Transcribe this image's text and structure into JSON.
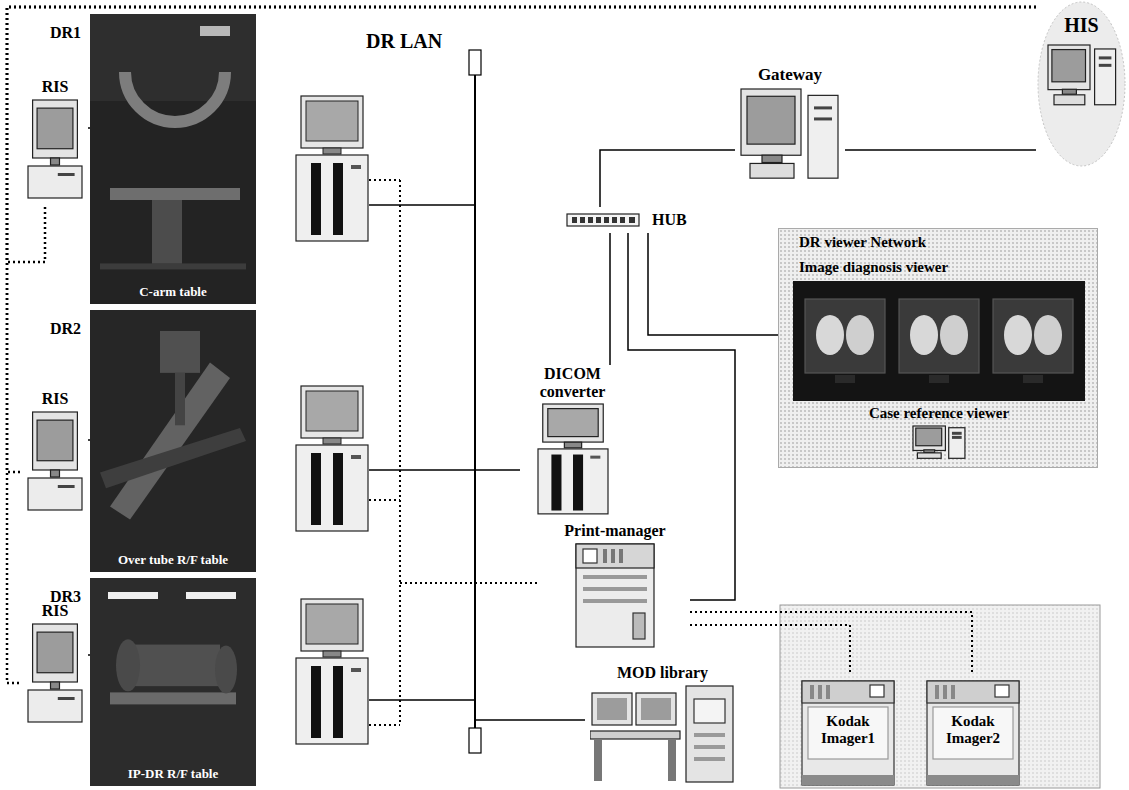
{
  "diagram": {
    "nodes": [
      {
        "text": [
          "HIS"
        ]
      },
      {
        "text": [
          "DR1",
          "C-arm table"
        ]
      },
      {
        "text": [
          "DR2",
          "Over tube R/F table"
        ]
      },
      {
        "text": [
          "DR3",
          "IP-DR R/F table"
        ]
      },
      {
        "text": [
          "RIS"
        ]
      },
      {
        "text": [
          "RIS"
        ]
      },
      {
        "text": [
          "RIS"
        ]
      },
      {
        "text": [
          "Gateway"
        ]
      },
      {
        "text": [
          "HUB"
        ]
      },
      {
        "text": [
          "DICOM converter"
        ]
      },
      {
        "text": [
          "DR viewer Network"
        ]
      },
      {
        "text": [
          "Image diagnosis viewer"
        ],
        "in": 10
      },
      {
        "text": [
          "Case reference viewer"
        ],
        "in": 10
      },
      {
        "text": [
          "Print-manager"
        ]
      },
      {
        "text": [
          "MOD library"
        ]
      },
      {
        "text": [
          "Kodak Imager1"
        ]
      },
      {
        "text": [
          "Kodak Imager2"
        ]
      }
    ],
    "edges": [
      {
        "from": 0,
        "to": 4,
        "arrow": "none"
      },
      {
        "from": 0,
        "to": 5,
        "arrow": "none"
      },
      {
        "from": 0,
        "to": 6,
        "arrow": "none"
      },
      {
        "from": 4,
        "to": 1,
        "arrow": "none"
      },
      {
        "from": 5,
        "to": 2,
        "arrow": "none"
      },
      {
        "from": 6,
        "to": 3,
        "arrow": "none"
      },
      {
        "from": 7,
        "to": 0,
        "arrow": "none"
      },
      {
        "from": 8,
        "to": 7,
        "arrow": "none"
      },
      {
        "from": 8,
        "to": 9,
        "arrow": "none"
      },
      {
        "from": 8,
        "to": 10,
        "arrow": "none"
      },
      {
        "from": 8,
        "to": 13,
        "arrow": "none"
      },
      {
        "from": 13,
        "to": 15,
        "arrow": "none"
      },
      {
        "from": 13,
        "to": 16,
        "arrow": "none"
      }
    ],
    "labels": [
      "DR LAN"
    ]
  }
}
